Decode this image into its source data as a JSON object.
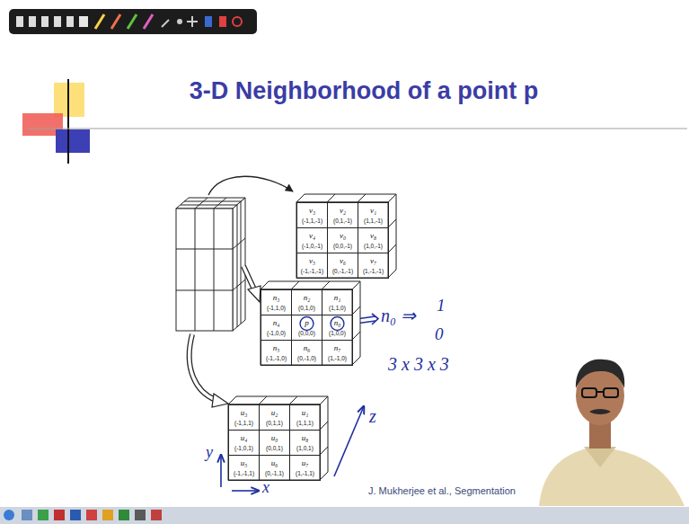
{
  "diagram": {
    "title": "3-D Neighborhood of a point p",
    "nodes": [
      {
        "text": [
          "v₃",
          "(-1,1,-1)"
        ]
      },
      {
        "text": [
          "v₂",
          "(0,1,-1)"
        ]
      },
      {
        "text": [
          "v₁",
          "(1,1,-1)"
        ]
      },
      {
        "text": [
          "v₄",
          "(-1,0,-1)"
        ]
      },
      {
        "text": [
          "v₀",
          "(0,0,-1)"
        ]
      },
      {
        "text": [
          "v₈",
          "(1,0,-1)"
        ]
      },
      {
        "text": [
          "v₅",
          "(-1,-1,-1)"
        ]
      },
      {
        "text": [
          "v₆",
          "(0,-1,-1)"
        ]
      },
      {
        "text": [
          "v₇",
          "(1,-1,-1)"
        ]
      },
      {
        "text": [
          "n₃",
          "(-1,1,0)"
        ]
      },
      {
        "text": [
          "n₂",
          "(0,1,0)"
        ]
      },
      {
        "text": [
          "n₁",
          "(1,1,0)"
        ]
      },
      {
        "text": [
          "n₄",
          "(-1,0,0)"
        ]
      },
      {
        "text": [
          "p",
          "(0,0,0)"
        ]
      },
      {
        "text": [
          "n₀",
          "(1,0,0)"
        ]
      },
      {
        "text": [
          "n₅",
          "(-1,-1,0)"
        ]
      },
      {
        "text": [
          "n₆",
          "(0,-1,0)"
        ]
      },
      {
        "text": [
          "n₇",
          "(1,-1,0)"
        ]
      },
      {
        "text": [
          "u₃",
          "(-1,1,1)"
        ]
      },
      {
        "text": [
          "u₂",
          "(0,1,1)"
        ]
      },
      {
        "text": [
          "u₁",
          "(1,1,1)"
        ]
      },
      {
        "text": [
          "u₄",
          "(-1,0,1)"
        ]
      },
      {
        "text": [
          "u₀",
          "(0,0,1)"
        ]
      },
      {
        "text": [
          "u₈",
          "(1,0,1)"
        ]
      },
      {
        "text": [
          "u₅",
          "(-1,-1,1)"
        ]
      },
      {
        "text": [
          "u₆",
          "(0,-1,1)"
        ]
      },
      {
        "text": [
          "u₇",
          "(1,-1,1)"
        ]
      }
    ],
    "labels": [
      "n₀ ⇒",
      "1",
      "0",
      "3 x 3 x 3",
      "z",
      "y",
      "x",
      "J. Mukherjee et al., Segmentation"
    ]
  }
}
